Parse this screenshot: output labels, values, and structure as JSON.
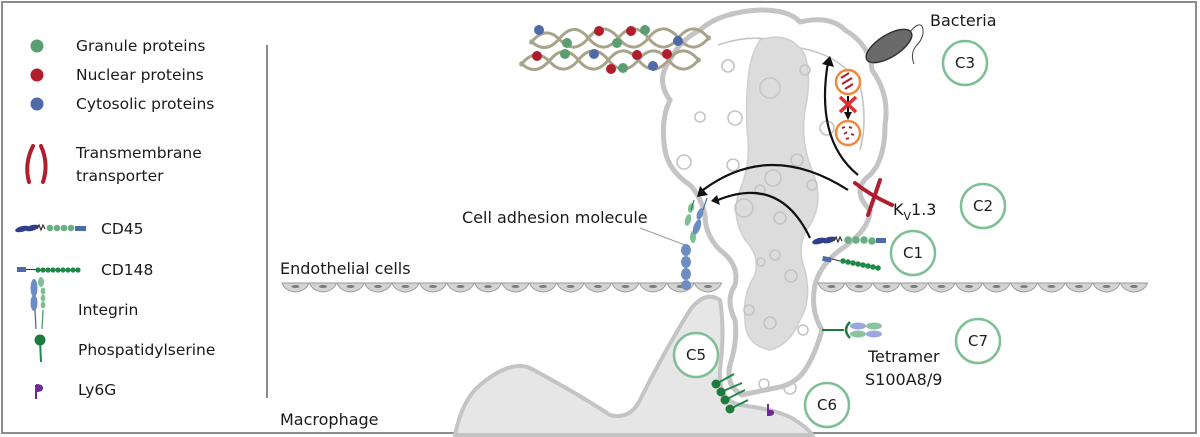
{
  "legend": {
    "items": [
      {
        "id": "granule",
        "label": "Granule proteins",
        "icon": "green-dot-icon",
        "color": "#5a9e72"
      },
      {
        "id": "nuclear",
        "label": "Nuclear proteins",
        "icon": "red-dot-icon",
        "color": "#b01e2e"
      },
      {
        "id": "cytosolic",
        "label": "Cytosolic proteins",
        "icon": "blue-dot-icon",
        "color": "#4e6aa8"
      },
      {
        "id": "transporter",
        "label_line1": "Transmembrane",
        "label_line2": "transporter",
        "icon": "transmembrane-transporter-icon",
        "color": "#b01e2e"
      },
      {
        "id": "cd45",
        "label": "CD45",
        "icon": "cd45-icon"
      },
      {
        "id": "cd148",
        "label": "CD148",
        "icon": "cd148-icon"
      },
      {
        "id": "integrin",
        "label": "Integrin",
        "icon": "integrin-icon"
      },
      {
        "id": "ps",
        "label": "Phospatidylserine",
        "icon": "phosphatidylserine-icon",
        "color": "#1f7a3e"
      },
      {
        "id": "ly6g",
        "label": "Ly6G",
        "icon": "ly6g-icon",
        "color": "#6a2a92"
      }
    ]
  },
  "diagram": {
    "labels": {
      "bacteria": "Bacteria",
      "kv": "K",
      "kv_sub": "V",
      "kv_rest": "1.3",
      "cell_adhesion": "Cell adhesion molecule",
      "endothelial": "Endothelial cells",
      "macrophage": "Macrophage",
      "tetramer_line1": "Tetramer",
      "tetramer_line2": "S100A8/9"
    },
    "circles": [
      {
        "id": "c1",
        "label": "C1"
      },
      {
        "id": "c2",
        "label": "C2"
      },
      {
        "id": "c3",
        "label": "C3"
      },
      {
        "id": "c5",
        "label": "C5"
      },
      {
        "id": "c6",
        "label": "C6"
      },
      {
        "id": "c7",
        "label": "C7"
      }
    ],
    "colors": {
      "circle_stroke": "#7fbf95",
      "cell_outline": "#c4c4c4",
      "nucleus_fill": "#dcdcdc",
      "arrow": "#111111",
      "inhibit": "#e52b2b",
      "granule_ring": "#f08a3a"
    }
  }
}
